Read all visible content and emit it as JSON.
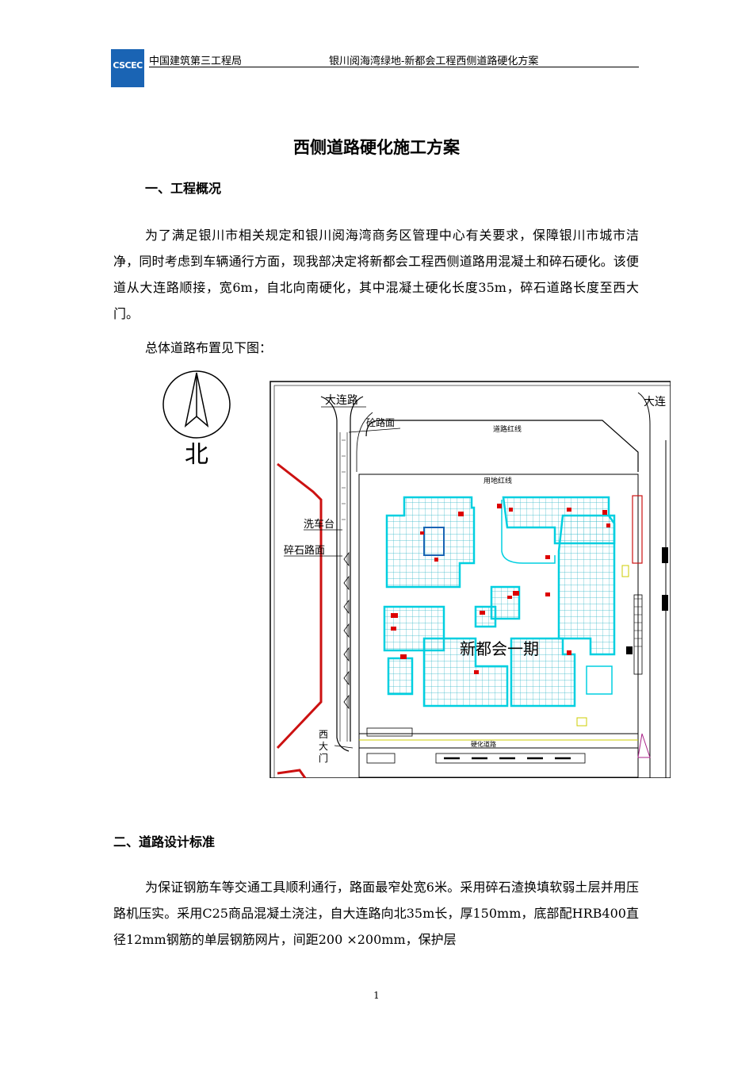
{
  "header": {
    "logo_text": "CSCEC",
    "company": "中国建筑第三工程局",
    "project": "银川阅海湾绿地-新都会工程西侧道路硬化方案"
  },
  "title": "西侧道路硬化施工方案",
  "section1": {
    "heading": "一、工程概况",
    "paragraph": "为了满足银川市相关规定和银川阅海湾商务区管理中心有关要求，保障银川市城市洁净，同时考虑到车辆通行方面，现我部决定将新都会工程西侧道路用混凝土和碎石硬化。该便道从大连路顺接，宽6m，自北向南硬化，其中混凝土硬化长度35m，碎石道路长度至西大门。",
    "figure_caption": "总体道路布置见下图："
  },
  "site_plan": {
    "north_label": "北",
    "road_north": "大连路",
    "road_north_right": "大连",
    "concrete_surface": "砼路面",
    "road_red_line": "道路红线",
    "land_red_line": "用地红线",
    "car_wash": "洗车台",
    "gravel_surface": "碎石路面",
    "project_name": "新都会一期",
    "west_gate": [
      "西",
      "大",
      "门"
    ],
    "hardened_road": "硬化道路",
    "colors": {
      "outline": "#00cfe0",
      "red_line": "#cc1111",
      "grid": "#33b8c8",
      "mark": "#dd0000"
    }
  },
  "section2": {
    "heading": "二、道路设计标准",
    "paragraph": "为保证钢筋车等交通工具顺利通行，路面最窄处宽6米。采用碎石渣换填软弱土层并用压路机压实。采用C25商品混凝土浇注，自大连路向北35m长，厚150mm，底部配HRB400直径12mm钢筋的单层钢筋网片，间距200 ×200mm，保护层"
  },
  "page_number": "1"
}
